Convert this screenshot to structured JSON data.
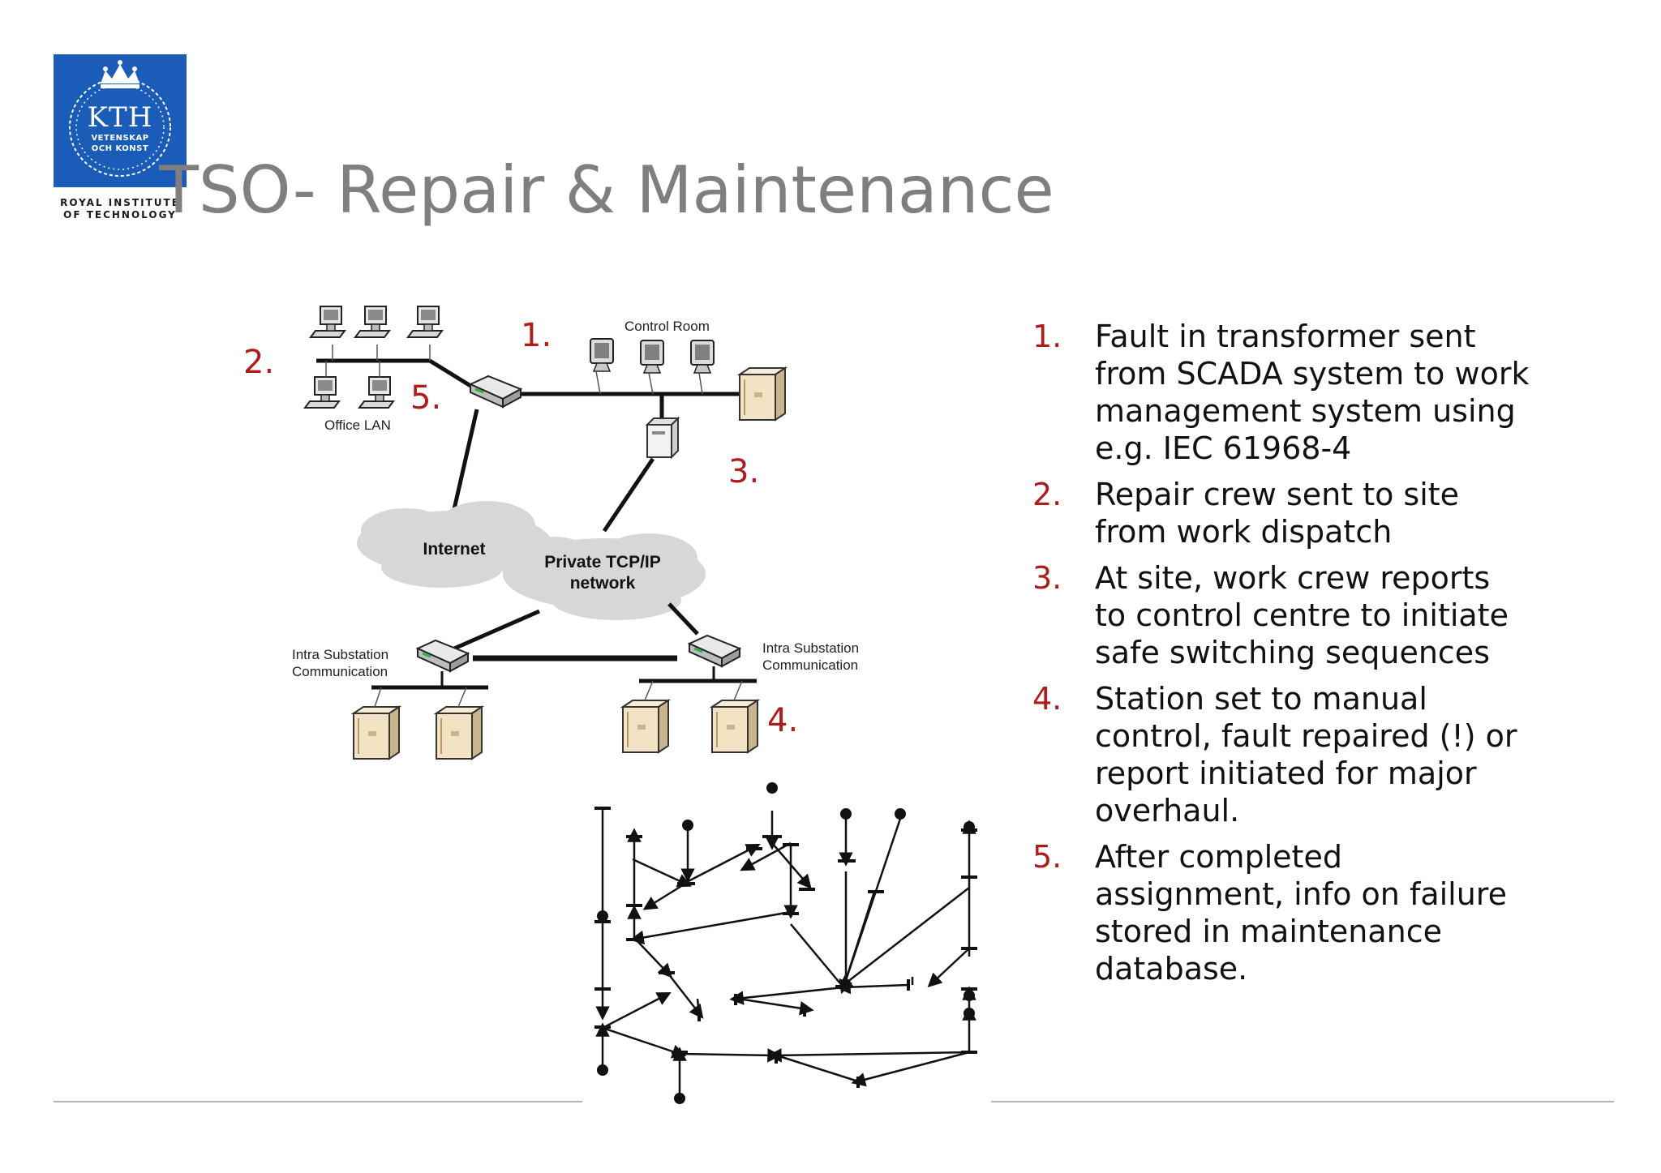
{
  "logo": {
    "word": "KTH",
    "line1": "VETENSKAP",
    "line2": "OCH KONST"
  },
  "institution": {
    "line1": "ROYAL INSTITUTE",
    "line2": "OF TECHNOLOGY"
  },
  "title": "TSO- Repair & Maintenance",
  "network": {
    "labels": {
      "control_room": "Control Room",
      "office_lan": "Office LAN",
      "internet": "Internet",
      "private_line1": "Private TCP/IP",
      "private_line2": "network",
      "intra_left_line1": "Intra Substation",
      "intra_left_line2": "Communication",
      "intra_right_line1": "Intra Substation",
      "intra_right_line2": "Communication"
    },
    "markers": [
      "1.",
      "2.",
      "3.",
      "4.",
      "5."
    ]
  },
  "items": [
    {
      "num": "1.",
      "lines": [
        "Fault in transformer sent",
        "from SCADA system to work",
        "management system using",
        "e.g. IEC 61968-4"
      ]
    },
    {
      "num": "2.",
      "lines": [
        "Repair crew sent to site",
        "from work dispatch"
      ]
    },
    {
      "num": "3.",
      "lines": [
        "At site, work crew reports",
        "to control centre to initiate",
        "safe switching sequences"
      ]
    },
    {
      "num": "4.",
      "lines": [
        "Station set to manual",
        "control, fault repaired (!) or",
        "report initiated for major",
        "overhaul."
      ]
    },
    {
      "num": "5.",
      "lines": [
        "After completed",
        "assignment, info on failure",
        "stored in maintenance",
        "database."
      ]
    }
  ],
  "colors": {
    "accent_red": "#b01b1b",
    "title_gray": "#7f7f7f",
    "kth_blue": "#1b5cb8"
  }
}
